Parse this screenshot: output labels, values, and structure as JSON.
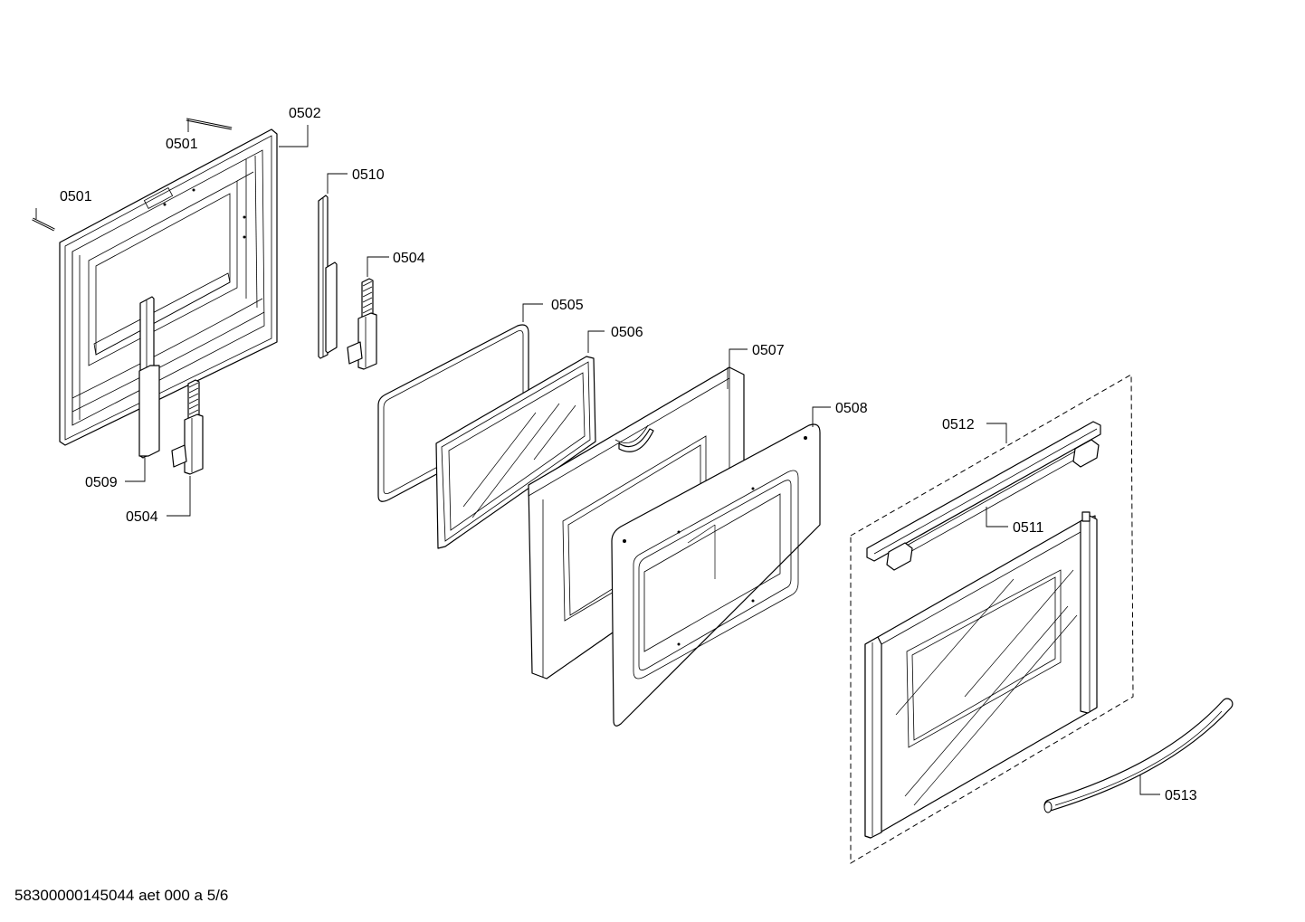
{
  "labels": {
    "p0501a": "0501",
    "p0501b": "0501",
    "p0502": "0502",
    "p0510": "0510",
    "p0504a": "0504",
    "p0504b": "0504",
    "p0505": "0505",
    "p0506": "0506",
    "p0507": "0507",
    "p0508": "0508",
    "p0509": "0509",
    "p0511": "0511",
    "p0512": "0512",
    "p0513": "0513"
  },
  "footer": "58300000145044 aet 000 a 5/6"
}
